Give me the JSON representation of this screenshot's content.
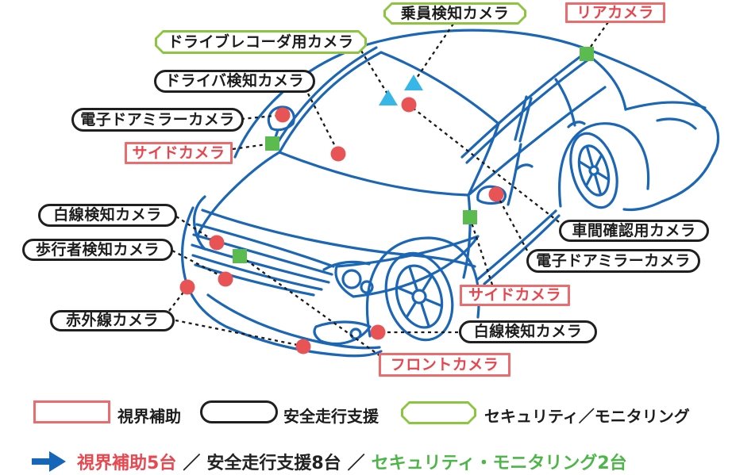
{
  "labels": [
    {
      "id": "occupant-detection-camera",
      "text": "乗員検知カメラ",
      "category": "security"
    },
    {
      "id": "rear-camera",
      "text": "リアカメラ",
      "category": "visibility"
    },
    {
      "id": "drive-recorder-camera",
      "text": "ドライブレコーダ用カメラ",
      "category": "security"
    },
    {
      "id": "driver-detection-camera",
      "text": "ドライバ検知カメラ",
      "category": "safety"
    },
    {
      "id": "e-door-mirror-camera-left",
      "text": "電子ドアミラーカメラ",
      "category": "safety"
    },
    {
      "id": "side-camera-left",
      "text": "サイドカメラ",
      "category": "visibility"
    },
    {
      "id": "lane-detection-camera-left",
      "text": "白線検知カメラ",
      "category": "safety"
    },
    {
      "id": "pedestrian-detection-camera",
      "text": "歩行者検知カメラ",
      "category": "safety"
    },
    {
      "id": "infrared-camera",
      "text": "赤外線カメラ",
      "category": "safety"
    },
    {
      "id": "front-camera",
      "text": "フロントカメラ",
      "category": "visibility"
    },
    {
      "id": "lane-detection-camera-right",
      "text": "白線検知カメラ",
      "category": "safety"
    },
    {
      "id": "side-camera-right",
      "text": "サイドカメラ",
      "category": "visibility"
    },
    {
      "id": "e-door-mirror-camera-right",
      "text": "電子ドアミラーカメラ",
      "category": "safety"
    },
    {
      "id": "distance-check-camera",
      "text": "車間確認用カメラ",
      "category": "safety"
    }
  ],
  "legend": {
    "visibility": "視界補助",
    "safety": "安全走行支援",
    "security": "セキュリティ／モニタリング"
  },
  "summary": {
    "visibility": "視界補助5台",
    "separator1": "／",
    "safety": "安全走行支援8台",
    "separator2": "／",
    "security": "セキュリティ・モニタリング2台"
  },
  "colors": {
    "car_outline_blue": "#1b66b5",
    "marker_red": "#e85456",
    "marker_green": "#5cbb4f",
    "marker_light_blue": "#36b7e8",
    "label_green_border": "#8cc63f",
    "label_red_border": "#ec6b6d",
    "label_red_text": "#e8464e",
    "arrow_blue": "#1565b8",
    "text_black": "#1c1c1c"
  }
}
